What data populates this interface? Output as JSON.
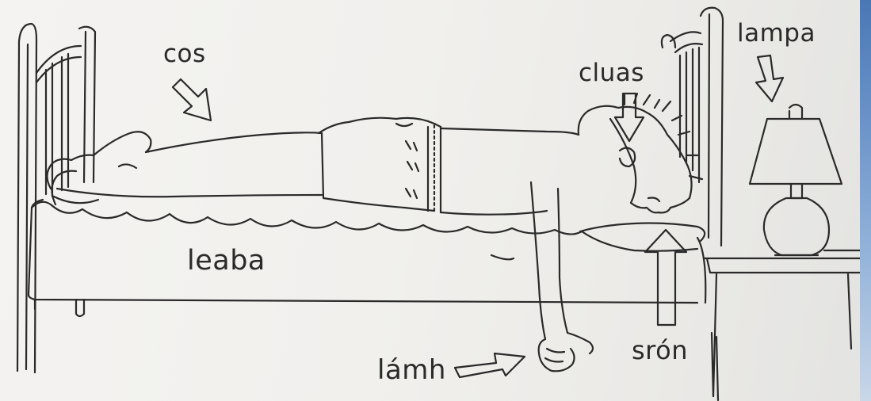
{
  "labels": {
    "cos": "cos",
    "cluas": "cluas",
    "lampa": "lampa",
    "leaba": "leaba",
    "lamh": "lámh",
    "sron": "srón"
  },
  "colors": {
    "ink": "#2a2a2a",
    "paper": "#f2f1ee",
    "edge": "#6b93c9"
  },
  "icons": [
    "arrow-icon",
    "bed-icon",
    "person-icon",
    "lamp-icon",
    "nightstand-icon"
  ]
}
